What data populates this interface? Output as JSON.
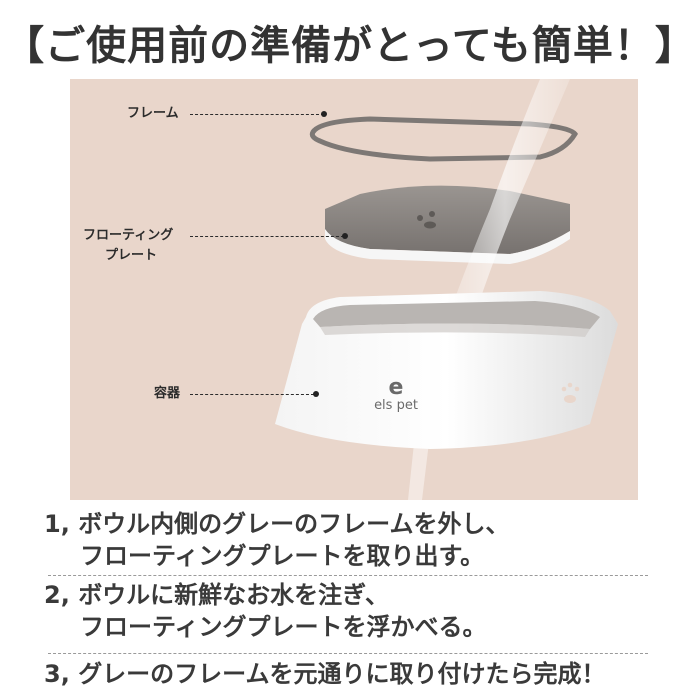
{
  "title": "【ご使用前の準備がとっても簡単！】",
  "photo": {
    "background_color": "#e9d6cb",
    "labels": {
      "frame": "フレーム",
      "floating_plate_line1": "フローティング",
      "floating_plate_line2": "プレート",
      "container": "容器"
    },
    "brand_logo": "els pet",
    "brand_logo_glyph": "e"
  },
  "steps": [
    {
      "number": "1,",
      "line1": "ボウル内側のグレーのフレームを外し、",
      "line2": "フローティングプレートを取り出す。"
    },
    {
      "number": "2,",
      "line1": "ボウルに新鮮なお水を注ぎ、",
      "line2": "フローティングプレートを浮かべる。"
    },
    {
      "number": "3,",
      "line1": "グレーのフレームを元通りに取り付けたら完成！"
    }
  ]
}
